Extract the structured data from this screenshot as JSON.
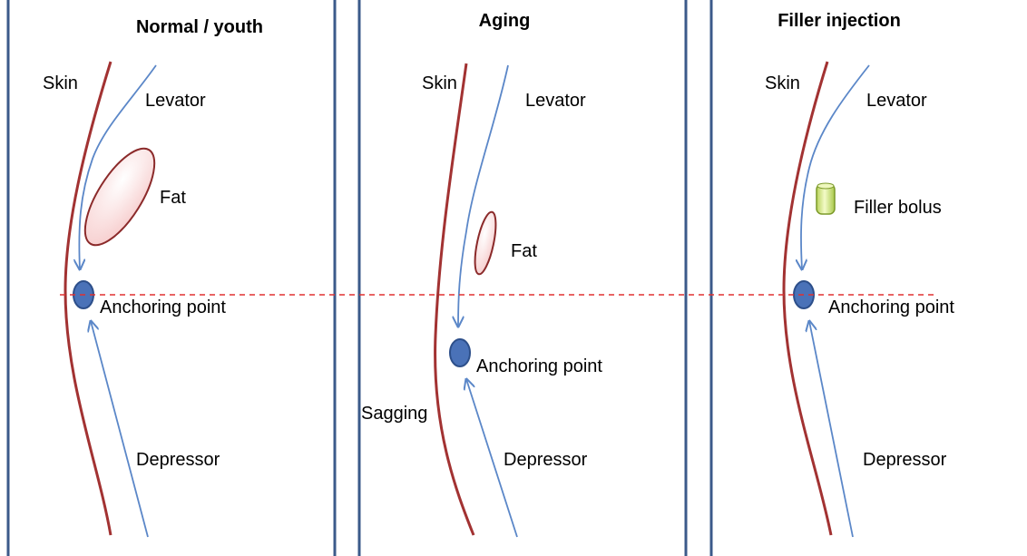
{
  "panels": [
    {
      "title": "Normal / youth",
      "labels": {
        "skin": "Skin",
        "levator": "Levator",
        "fat": "Fat",
        "anchoring": "Anchoring point",
        "depressor": "Depressor"
      }
    },
    {
      "title": "Aging",
      "labels": {
        "skin": "Skin",
        "levator": "Levator",
        "fat": "Fat",
        "anchoring": "Anchoring point",
        "sagging": "Sagging",
        "depressor": "Depressor"
      }
    },
    {
      "title": "Filler injection",
      "labels": {
        "skin": "Skin",
        "levator": "Levator",
        "filler": "Filler bolus",
        "anchoring": "Anchoring point",
        "depressor": "Depressor"
      }
    }
  ],
  "colors": {
    "frame": "#3b5a8a",
    "skin": "#a23232",
    "muscle": "#5b87c8",
    "anchor_fill": "#4a72b8",
    "anchor_stroke": "#2d4f8a",
    "fat_fill": "#fbe0e0",
    "fat_stroke": "#8b2a2a",
    "filler_fill": "#d6ea8a",
    "reference_line": "#e03030"
  }
}
